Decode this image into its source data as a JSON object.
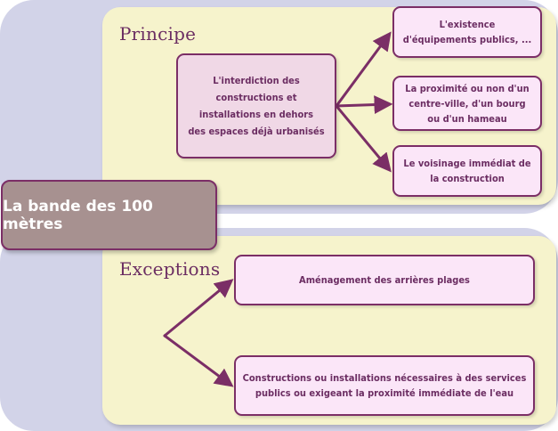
{
  "diagram": {
    "main_label": "La bande des 100 mètres",
    "principe": {
      "title": "Principe",
      "center": "L'interdiction des\nconstructions et\ninstallations en dehors\ndes espaces déjà urbanisés",
      "items": [
        "L'existence\nd'équipements publics, ...",
        "La proximité ou non d'un\ncentre-ville, d'un bourg\nou d'un hameau",
        "Le voisinage immédiat de\nla construction"
      ]
    },
    "exceptions": {
      "title": "Exceptions",
      "items": [
        "Aménagement des arrières plages",
        "Constructions ou installations nécessaires à des services\npublics ou exigeant la proximité immédiate de l'eau"
      ]
    }
  },
  "colors": {
    "band": "#d2d3e8",
    "panel": "#f6f3cc",
    "box_fill": "#fbe6f8",
    "box_border": "#7b2e66",
    "text": "#6b2d62",
    "main_fill": "#a79190"
  }
}
